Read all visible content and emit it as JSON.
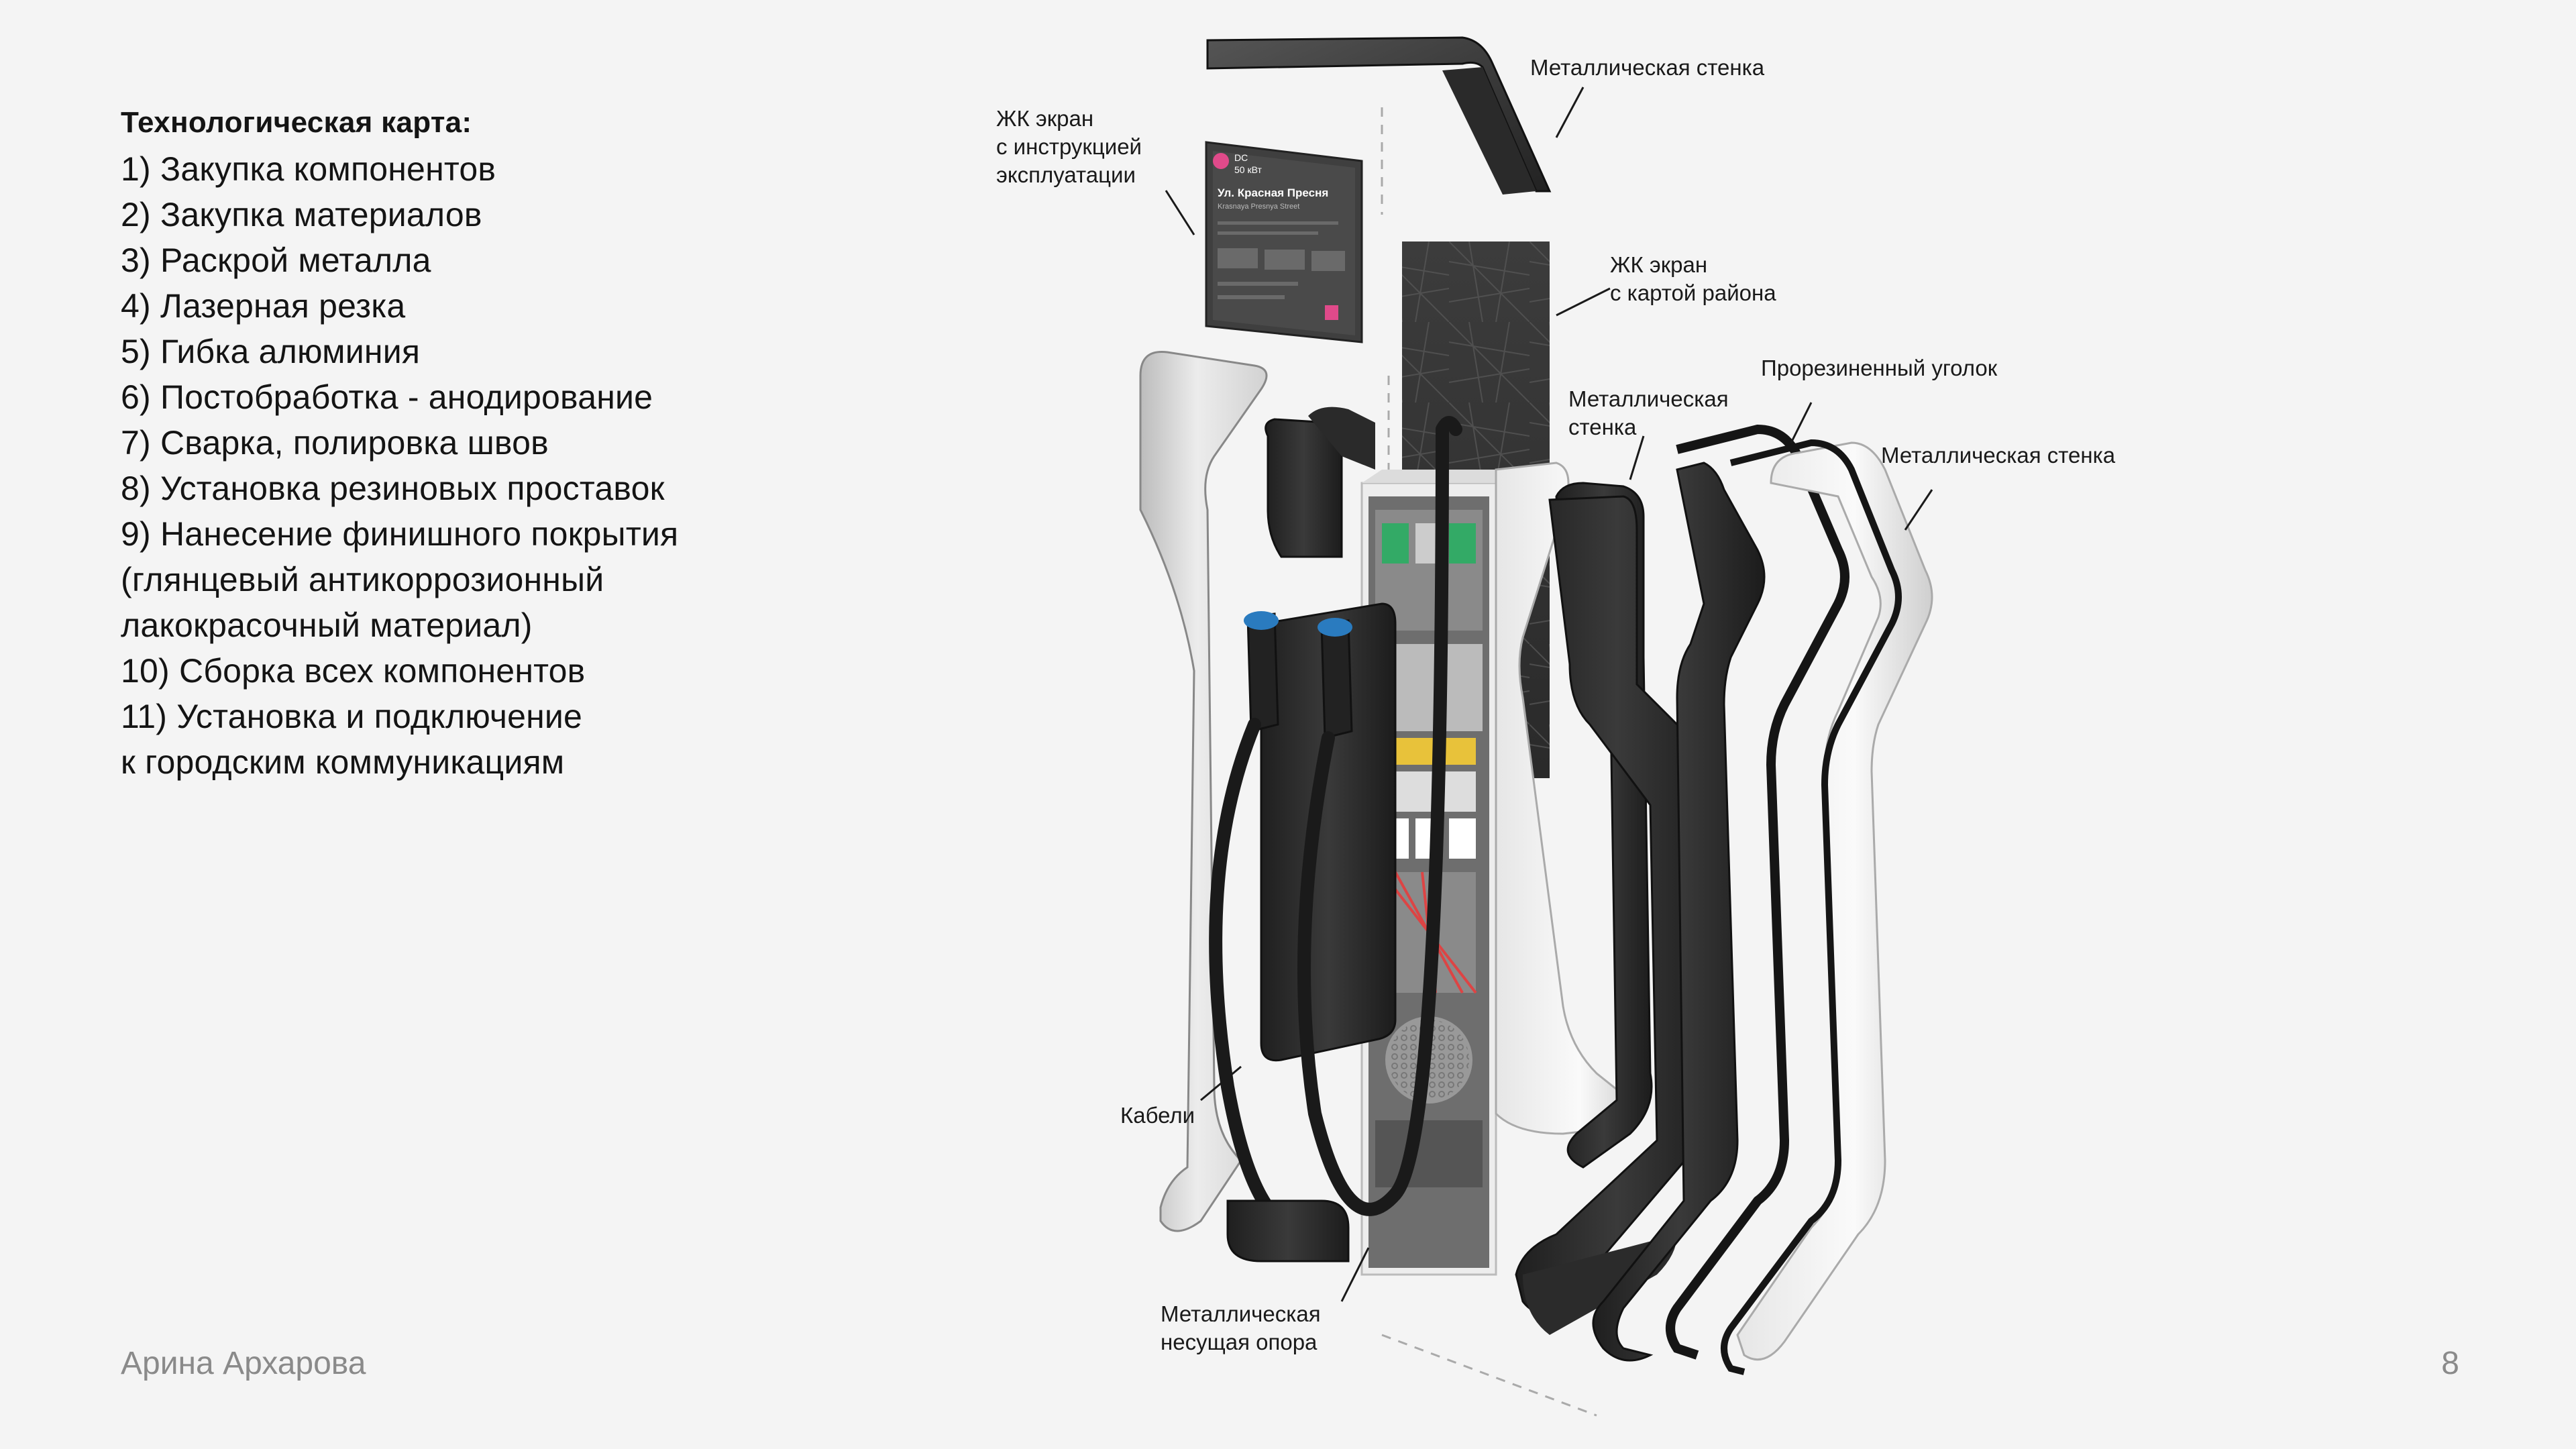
{
  "techmap": {
    "title": "Технологическая карта:",
    "steps": [
      "1) Закупка компонентов",
      "2) Закупка материалов",
      "3) Раскрой металла",
      "4) Лазерная резка",
      "5) Гибка алюминия",
      "6) Постобработка - анодирование",
      "7) Сварка, полировка швов",
      "8) Установка резиновых проставок",
      "9) Нанесение финишного покрытия\n(глянцевый антикоррозионный\nлакокрасочный материал)",
      "10) Сборка всех компонентов",
      "11) Установка и подключение\nк городским коммуникациям"
    ]
  },
  "footer": {
    "author": "Арина Архарова",
    "page": "8"
  },
  "callouts": {
    "lcd_instructions": "ЖК экран\nс инструкцией\nэксплуатации",
    "metal_wall_top": "Металлическая стенка",
    "lcd_map": "ЖК экран\nс картой района",
    "rubber_corner": "Прорезиненный уголок",
    "metal_wall_mid": "Металлическая\nстенка",
    "metal_wall_right": "Металлическая стенка",
    "cables": "Кабели",
    "support": "Металлическая\nнесущая опора"
  },
  "screen": {
    "badge": "DC",
    "power": "50 кВт",
    "street": "Ул. Красная Пресня",
    "street_en": "Krasnaya Presnya Street"
  },
  "colors": {
    "background": "#f4f4f4",
    "text": "#141414",
    "muted": "#8a8a8a",
    "accent": "#e04a8a"
  }
}
